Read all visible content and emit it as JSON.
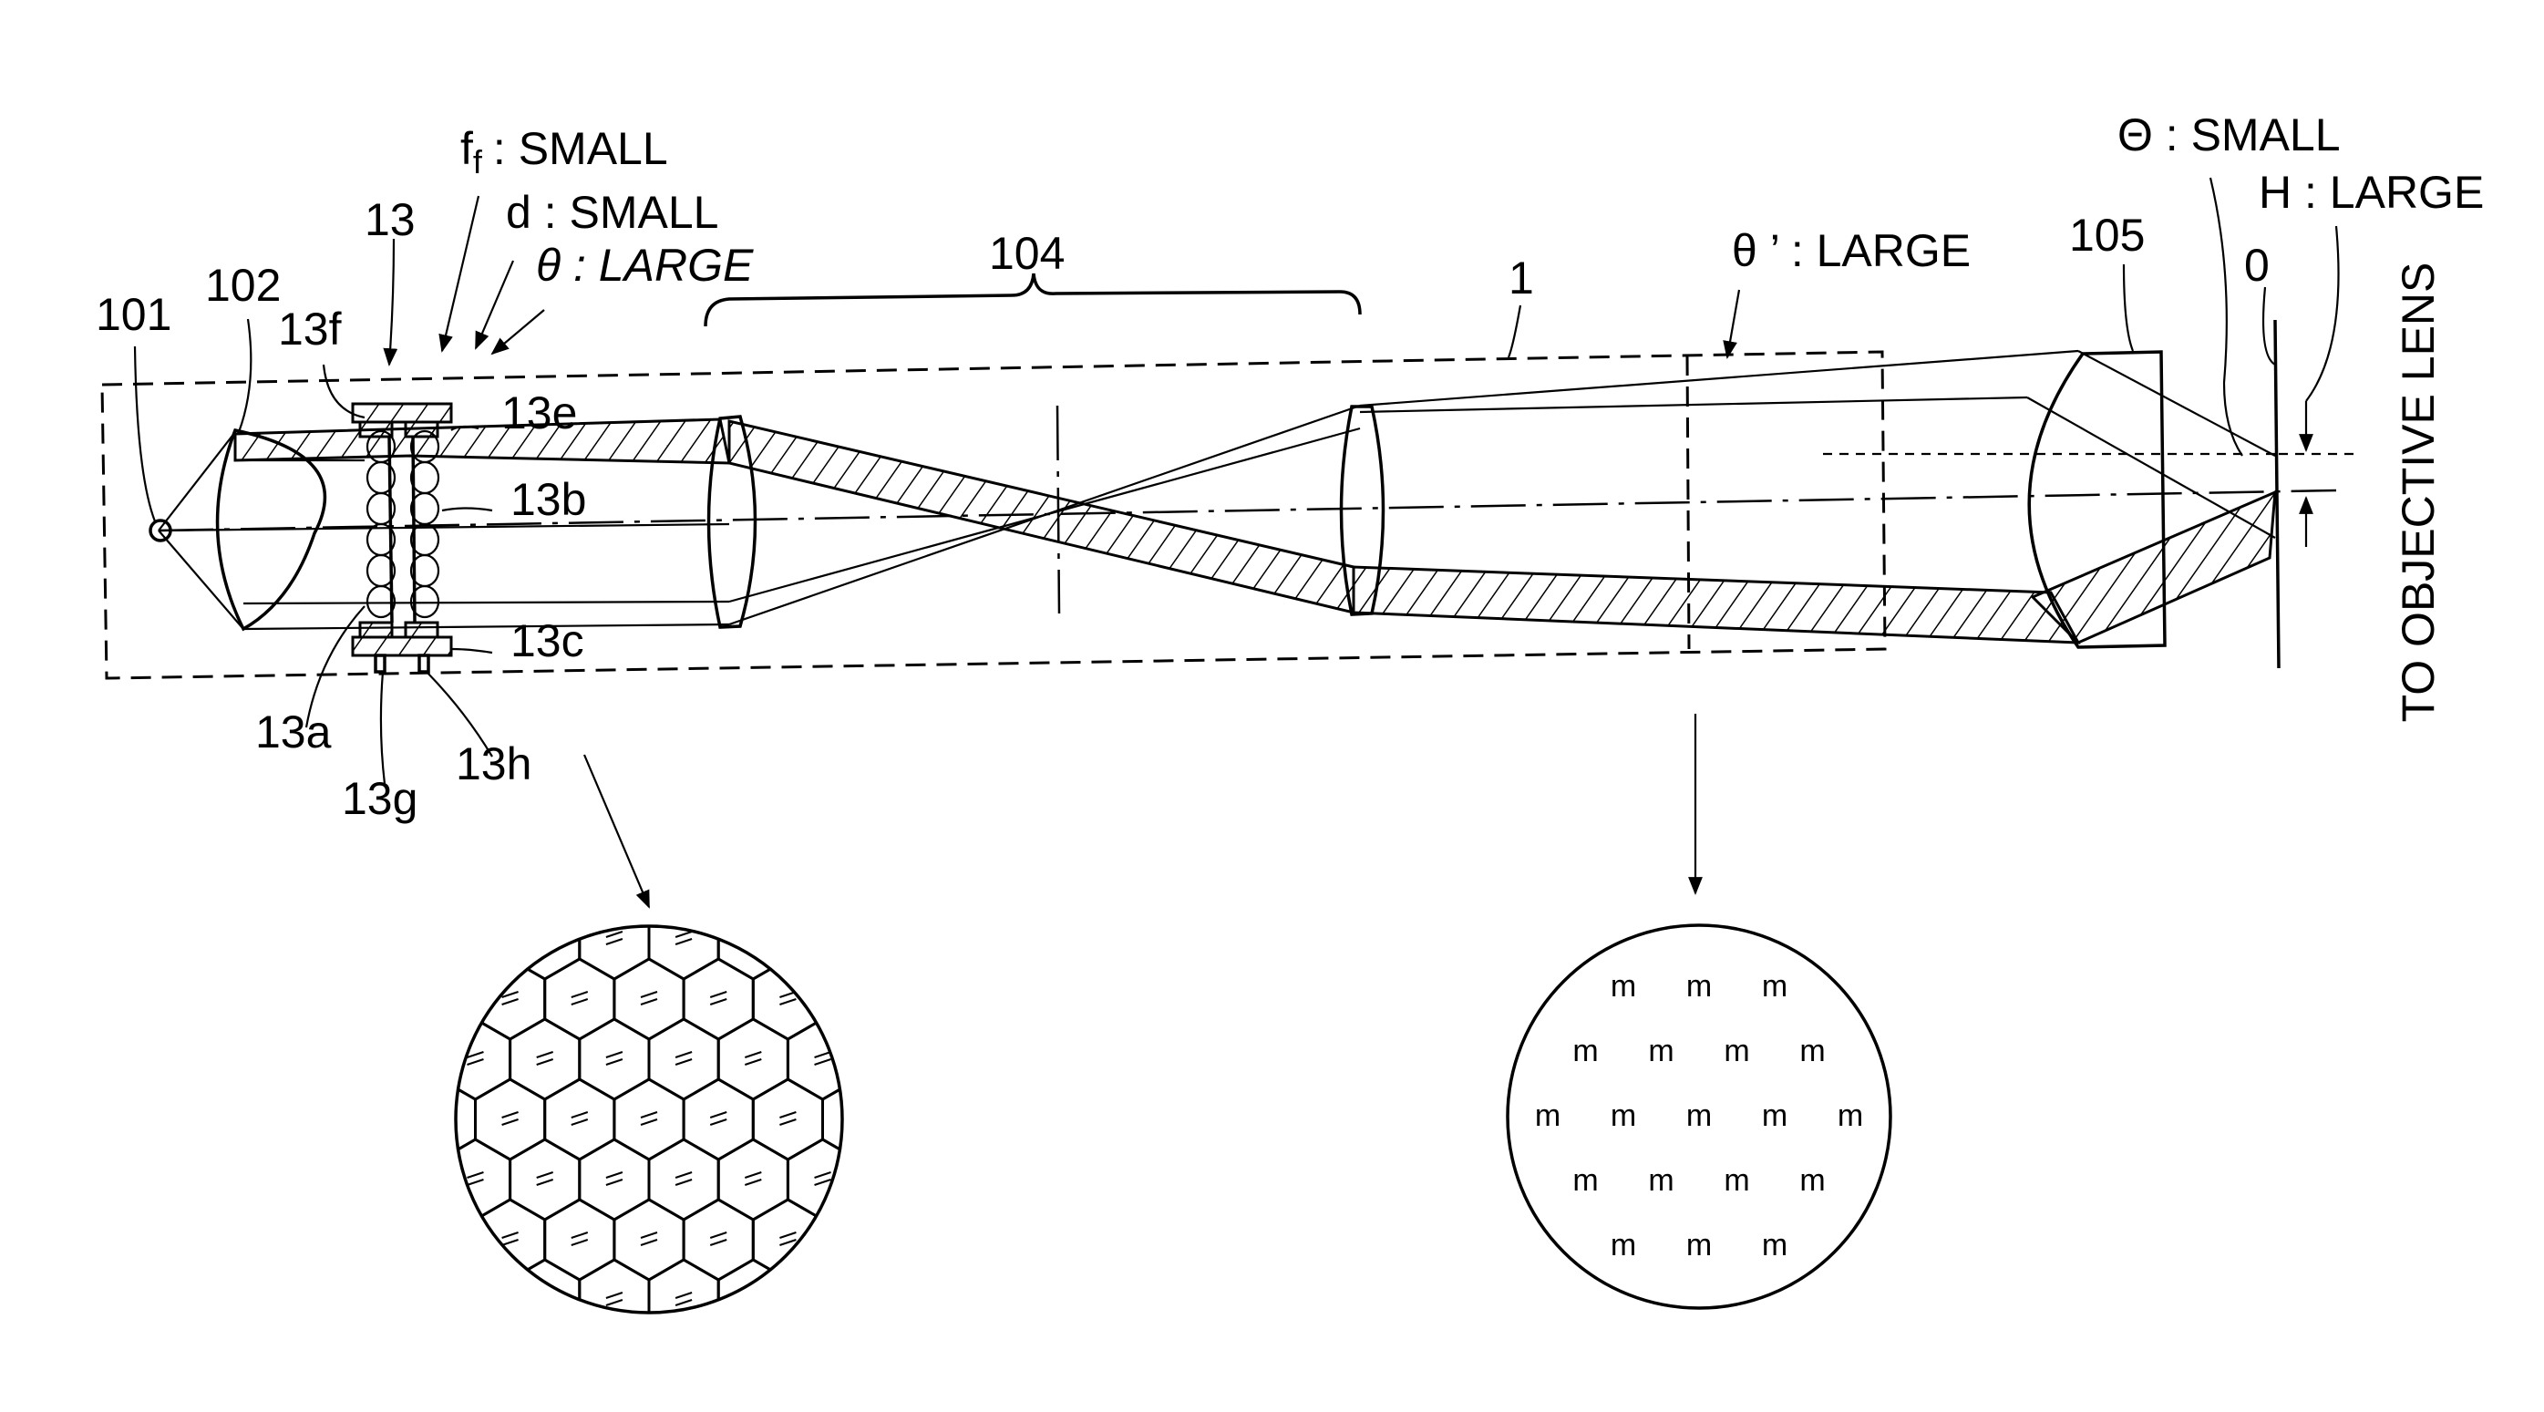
{
  "labels": {
    "source": "101",
    "collector_lens": "102",
    "fly_eye": "13",
    "fly_eye_f": "13f",
    "fly_eye_e": "13e",
    "fly_eye_b": "13b",
    "fly_eye_c": "13c",
    "fly_eye_a": "13a",
    "fly_eye_g": "13g",
    "fly_eye_h": "13h",
    "relay": "104",
    "unit": "1",
    "condenser": "105",
    "specimen_plane": "0",
    "ff_small": "f",
    "ff_sub": "f",
    "ff_value": ": SMALL",
    "d_small": "d : SMALL",
    "theta_large": "θ  : LARGE",
    "theta_prime_large": "θ ’ : LARGE",
    "Theta_small": "Θ : SMALL",
    "H_large": "H : LARGE",
    "to_objective": "TO  OBJECTIVE  LENS"
  },
  "right_circle_rows": [
    3,
    4,
    5,
    4,
    3
  ],
  "right_circle_glyph": "m"
}
